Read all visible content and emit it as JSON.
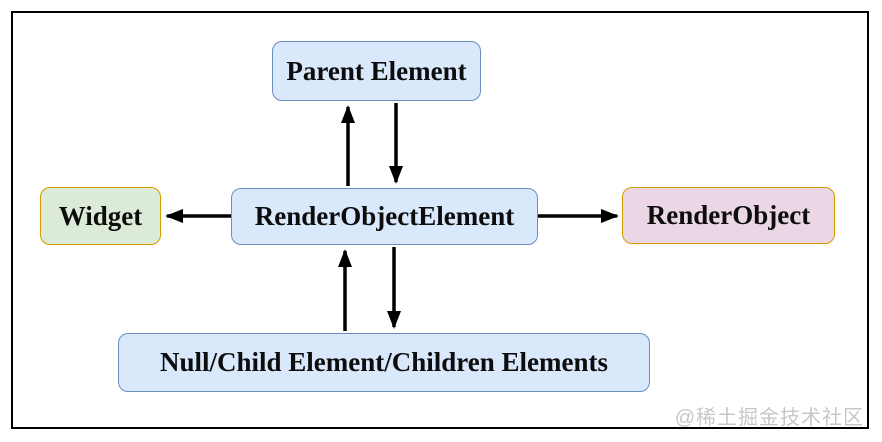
{
  "diagram": {
    "title_hint": "RenderObjectElement relationships diagram",
    "nodes": {
      "parent_element": {
        "label": "Parent Element",
        "fill": "#dae8fc",
        "border": "#6c8ebf"
      },
      "render_object_element": {
        "label": "RenderObjectElement",
        "fill": "#dae8fc",
        "border": "#6c8ebf"
      },
      "widget": {
        "label": "Widget",
        "fill": "#dcebd7",
        "border": "#d79b00"
      },
      "render_object": {
        "label": "RenderObject",
        "fill": "#ead6e4",
        "border": "#d79b00"
      },
      "children": {
        "label": "Null/Child Element/Children Elements",
        "fill": "#dae8fc",
        "border": "#6c8ebf"
      }
    },
    "edges": [
      {
        "from": "render_object_element",
        "to": "parent_element",
        "direction": "up"
      },
      {
        "from": "parent_element",
        "to": "render_object_element",
        "direction": "down"
      },
      {
        "from": "render_object_element",
        "to": "widget",
        "direction": "left"
      },
      {
        "from": "render_object_element",
        "to": "render_object",
        "direction": "right"
      },
      {
        "from": "children",
        "to": "render_object_element",
        "direction": "up"
      },
      {
        "from": "render_object_element",
        "to": "children",
        "direction": "down"
      }
    ],
    "colors": {
      "arrow": "#000000",
      "frame": "#000000",
      "background": "#ffffff",
      "watermark": "#c7c7c7"
    },
    "watermark": "@稀土掘金技术社区"
  }
}
